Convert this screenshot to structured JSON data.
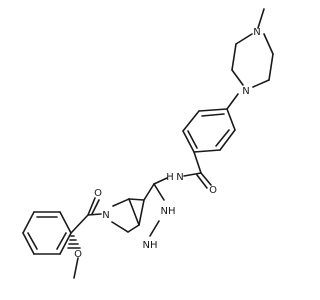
{
  "atom_labels": {
    "n_methyl": "N",
    "n_aryl": "N",
    "nh_amide": "N",
    "h_amide": "H",
    "o_amide": "O",
    "o_acyl": "O",
    "n_pyrrolidine": "N",
    "nh_pyrazole_upper": "NH",
    "nh_pyrazole_lower": "NH",
    "o_methoxy": "O"
  },
  "colors": {
    "ink": "#1a1a1a",
    "background": "#ffffff"
  }
}
